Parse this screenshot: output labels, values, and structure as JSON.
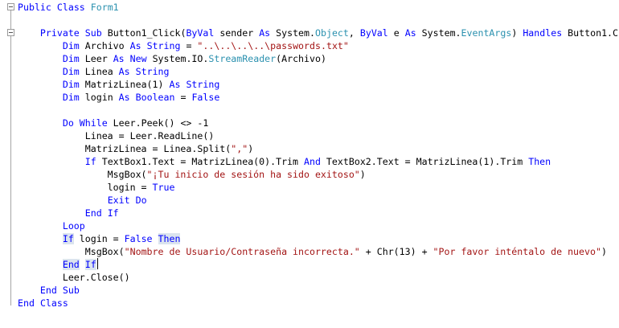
{
  "lines": [
    [
      [
        "kw",
        "Public"
      ],
      [
        "pl",
        " "
      ],
      [
        "kw",
        "Class"
      ],
      [
        "pl",
        " "
      ],
      [
        "ty",
        "Form1"
      ]
    ],
    [],
    [
      [
        "pl",
        "    "
      ],
      [
        "kw",
        "Private"
      ],
      [
        "pl",
        " "
      ],
      [
        "kw",
        "Sub"
      ],
      [
        "pl",
        " Button1_Click("
      ],
      [
        "kw",
        "ByVal"
      ],
      [
        "pl",
        " sender "
      ],
      [
        "kw",
        "As"
      ],
      [
        "pl",
        " System."
      ],
      [
        "ty",
        "Object"
      ],
      [
        "pl",
        ", "
      ],
      [
        "kw",
        "ByVal"
      ],
      [
        "pl",
        " e "
      ],
      [
        "kw",
        "As"
      ],
      [
        "pl",
        " System."
      ],
      [
        "ty",
        "EventArgs"
      ],
      [
        "pl",
        ") "
      ],
      [
        "kw",
        "Handles"
      ],
      [
        "pl",
        " Button1.C"
      ]
    ],
    [
      [
        "pl",
        "        "
      ],
      [
        "kw",
        "Dim"
      ],
      [
        "pl",
        " Archivo "
      ],
      [
        "kw",
        "As"
      ],
      [
        "pl",
        " "
      ],
      [
        "kw",
        "String"
      ],
      [
        "pl",
        " = "
      ],
      [
        "st",
        "\"..\\..\\..\\..\\passwords.txt\""
      ]
    ],
    [
      [
        "pl",
        "        "
      ],
      [
        "kw",
        "Dim"
      ],
      [
        "pl",
        " Leer "
      ],
      [
        "kw",
        "As"
      ],
      [
        "pl",
        " "
      ],
      [
        "kw",
        "New"
      ],
      [
        "pl",
        " System.IO."
      ],
      [
        "ty",
        "StreamReader"
      ],
      [
        "pl",
        "(Archivo)"
      ]
    ],
    [
      [
        "pl",
        "        "
      ],
      [
        "kw",
        "Dim"
      ],
      [
        "pl",
        " Linea "
      ],
      [
        "kw",
        "As"
      ],
      [
        "pl",
        " "
      ],
      [
        "kw",
        "String"
      ]
    ],
    [
      [
        "pl",
        "        "
      ],
      [
        "kw",
        "Dim"
      ],
      [
        "pl",
        " MatrizLinea(1) "
      ],
      [
        "kw",
        "As"
      ],
      [
        "pl",
        " "
      ],
      [
        "kw",
        "String"
      ]
    ],
    [
      [
        "pl",
        "        "
      ],
      [
        "kw",
        "Dim"
      ],
      [
        "pl",
        " login "
      ],
      [
        "kw",
        "As"
      ],
      [
        "pl",
        " "
      ],
      [
        "kw",
        "Boolean"
      ],
      [
        "pl",
        " = "
      ],
      [
        "kw",
        "False"
      ]
    ],
    [],
    [
      [
        "pl",
        "        "
      ],
      [
        "kw",
        "Do"
      ],
      [
        "pl",
        " "
      ],
      [
        "kw",
        "While"
      ],
      [
        "pl",
        " Leer.Peek() <> -1"
      ]
    ],
    [
      [
        "pl",
        "            Linea = Leer.ReadLine()"
      ]
    ],
    [
      [
        "pl",
        "            MatrizLinea = Linea.Split("
      ],
      [
        "st",
        "\",\""
      ],
      [
        "pl",
        ")"
      ]
    ],
    [
      [
        "pl",
        "            "
      ],
      [
        "kw",
        "If"
      ],
      [
        "pl",
        " TextBox1.Text = MatrizLinea(0).Trim "
      ],
      [
        "kw",
        "And"
      ],
      [
        "pl",
        " TextBox2.Text = MatrizLinea(1).Trim "
      ],
      [
        "kw",
        "Then"
      ]
    ],
    [
      [
        "pl",
        "                MsgBox("
      ],
      [
        "st",
        "\"¡Tu inicio de sesión ha sido exitoso\""
      ],
      [
        "pl",
        ")"
      ]
    ],
    [
      [
        "pl",
        "                login = "
      ],
      [
        "kw",
        "True"
      ]
    ],
    [
      [
        "pl",
        "                "
      ],
      [
        "kw",
        "Exit"
      ],
      [
        "pl",
        " "
      ],
      [
        "kw",
        "Do"
      ]
    ],
    [
      [
        "pl",
        "            "
      ],
      [
        "kw",
        "End"
      ],
      [
        "pl",
        " "
      ],
      [
        "kw",
        "If"
      ]
    ],
    [
      [
        "pl",
        "        "
      ],
      [
        "kw",
        "Loop"
      ]
    ],
    [
      [
        "pl",
        "        "
      ],
      [
        "kw",
        "If"
      ],
      [
        "pl",
        " login = "
      ],
      [
        "kw",
        "False"
      ],
      [
        "pl",
        " "
      ],
      [
        "kw",
        "Then"
      ]
    ],
    [
      [
        "pl",
        "            MsgBox("
      ],
      [
        "st",
        "\"Nombre de Usuario/Contraseña incorrecta.\""
      ],
      [
        "pl",
        " + Chr(13) + "
      ],
      [
        "st",
        "\"Por favor inténtalo de nuevo\""
      ],
      [
        "pl",
        ")"
      ]
    ],
    [
      [
        "pl",
        "        "
      ],
      [
        "kw",
        "End"
      ],
      [
        "pl",
        " "
      ],
      [
        "kw",
        "If"
      ]
    ],
    [
      [
        "pl",
        "        Leer.Close()"
      ]
    ],
    [
      [
        "pl",
        "    "
      ],
      [
        "kw",
        "End"
      ],
      [
        "pl",
        " "
      ],
      [
        "kw",
        "Sub"
      ]
    ],
    [
      [
        "kw",
        "End"
      ],
      [
        "pl",
        " "
      ],
      [
        "kw",
        "Class"
      ]
    ]
  ],
  "highlights": [
    {
      "line": 18,
      "token": 1
    },
    {
      "line": 18,
      "token": 5
    },
    {
      "line": 20,
      "token": 1
    },
    {
      "line": 20,
      "token": 3
    }
  ],
  "outline_icons": [
    "collapse-icon",
    "collapse-icon"
  ]
}
